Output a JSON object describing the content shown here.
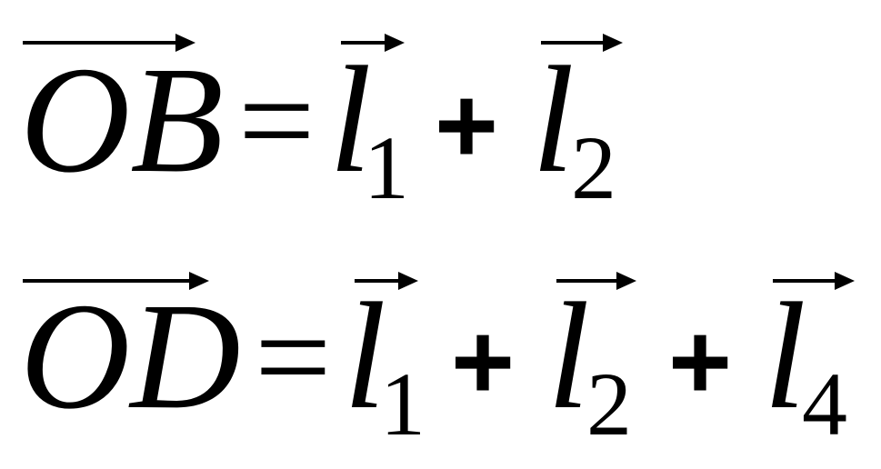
{
  "equations": [
    {
      "lhs": "OB",
      "equals": "=",
      "terms": [
        {
          "symbol": "l",
          "subscript": "1"
        },
        {
          "symbol": "l",
          "subscript": "2"
        }
      ],
      "operators": [
        "+"
      ]
    },
    {
      "lhs": "OD",
      "equals": "=",
      "terms": [
        {
          "symbol": "l",
          "subscript": "1"
        },
        {
          "symbol": "l",
          "subscript": "2"
        },
        {
          "symbol": "l",
          "subscript": "4"
        }
      ],
      "operators": [
        "+",
        "+"
      ]
    }
  ]
}
